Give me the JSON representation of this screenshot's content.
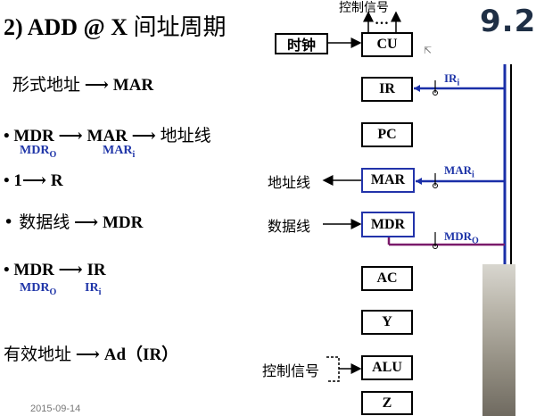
{
  "slide": {
    "title_prefix": "2) ADD @ X",
    "title_cn": "间址周期",
    "number": "9.2",
    "date": "2015-09-14"
  },
  "steps": [
    {
      "text_cn": "形式地址",
      "arrow": "⟶",
      "text": "MAR"
    },
    {
      "text": "• MDR ⟶ MAR ⟶",
      "text_cn": "地址线",
      "sub_left": "MDR",
      "sub_left_idx": "O",
      "sub_right": "MAR",
      "sub_right_idx": "i"
    },
    {
      "text": "• 1⟶ R"
    },
    {
      "text_cn": "• 数据线",
      "arrow": "⟶",
      "text": "MDR"
    },
    {
      "text": "• MDR ⟶ IR",
      "sub_left": "MDR",
      "sub_left_idx": "O",
      "sub_right": "IR",
      "sub_right_idx": "i"
    },
    {
      "text_cn": "有效地址",
      "arrow": "⟶",
      "text": "Ad（IR）"
    }
  ],
  "diagram": {
    "top_label": "控制信号",
    "cu_dots": "…",
    "clock": "时钟",
    "registers": [
      "CU",
      "IR",
      "PC",
      "MAR",
      "MDR",
      "AC",
      "Y",
      "ALU",
      "Z"
    ],
    "address_line": "地址线",
    "data_line": "数据线",
    "control_signal": "控制信号",
    "signals": {
      "ir_in": "IR",
      "ir_in_idx": "i",
      "mar_in": "MAR",
      "mar_in_idx": "i",
      "mdr_out": "MDR",
      "mdr_out_idx": "O"
    }
  },
  "colors": {
    "bus": "#1a2fa8",
    "mdr_out_line": "#7a1a6a",
    "accent_text": "#1f35a8"
  }
}
